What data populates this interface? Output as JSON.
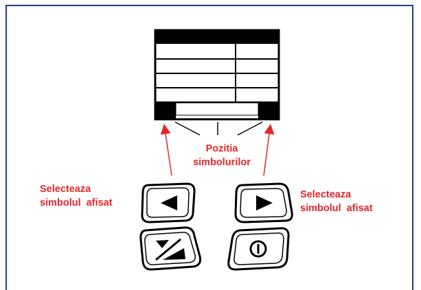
{
  "labels": {
    "center_line1": "Pozitia",
    "center_line2": "simbolurilor",
    "left_line1": "Selecteaza",
    "left_line2": "simbolul  afisat",
    "right_line1": "Selecteaza",
    "right_line2": "simbolul  afisat"
  },
  "colors": {
    "annotation": "#e3262a",
    "frame": "#1f3a93",
    "ink": "#000000"
  },
  "icons": [
    "left-arrow-icon",
    "right-arrow-icon",
    "swap-icon",
    "power-icon"
  ]
}
